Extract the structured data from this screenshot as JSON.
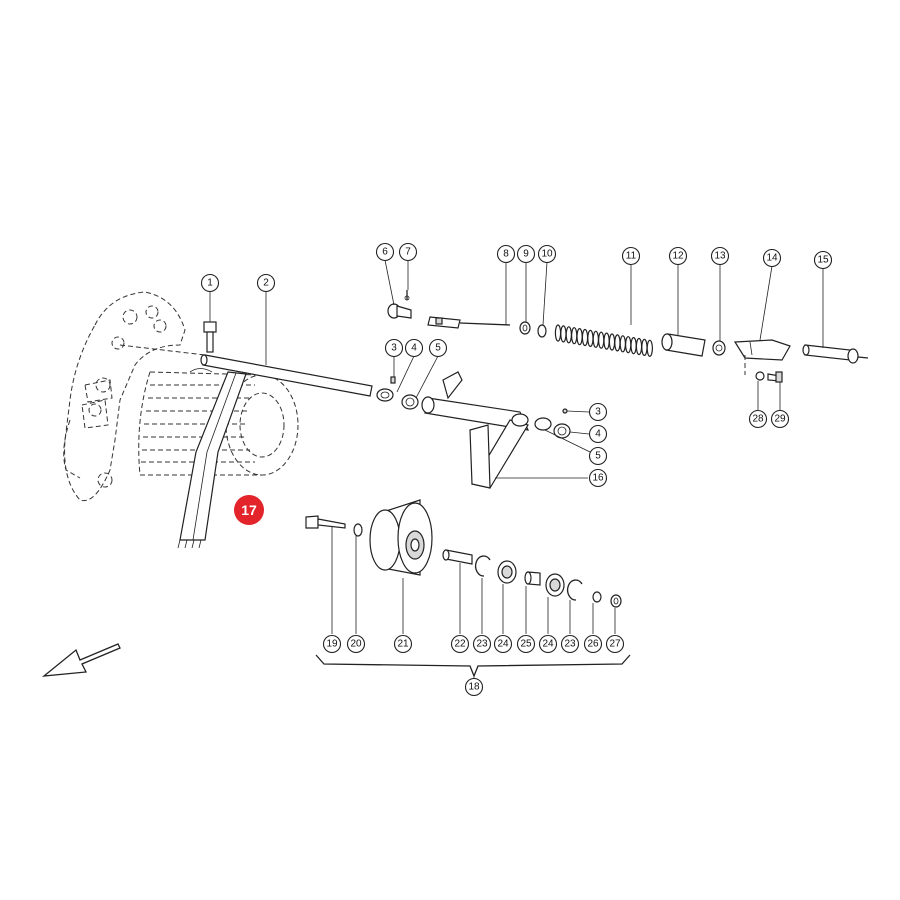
{
  "diagram": {
    "callouts": [
      "1",
      "2",
      "3",
      "4",
      "5",
      "6",
      "7",
      "8",
      "9",
      "10",
      "11",
      "12",
      "13",
      "14",
      "15",
      "3",
      "4",
      "5",
      "16",
      "28",
      "29",
      "19",
      "20",
      "21",
      "22",
      "23",
      "24",
      "25",
      "24",
      "23",
      "26",
      "27",
      "18"
    ],
    "highlight": {
      "label": "17",
      "color": "#e3242b"
    }
  }
}
